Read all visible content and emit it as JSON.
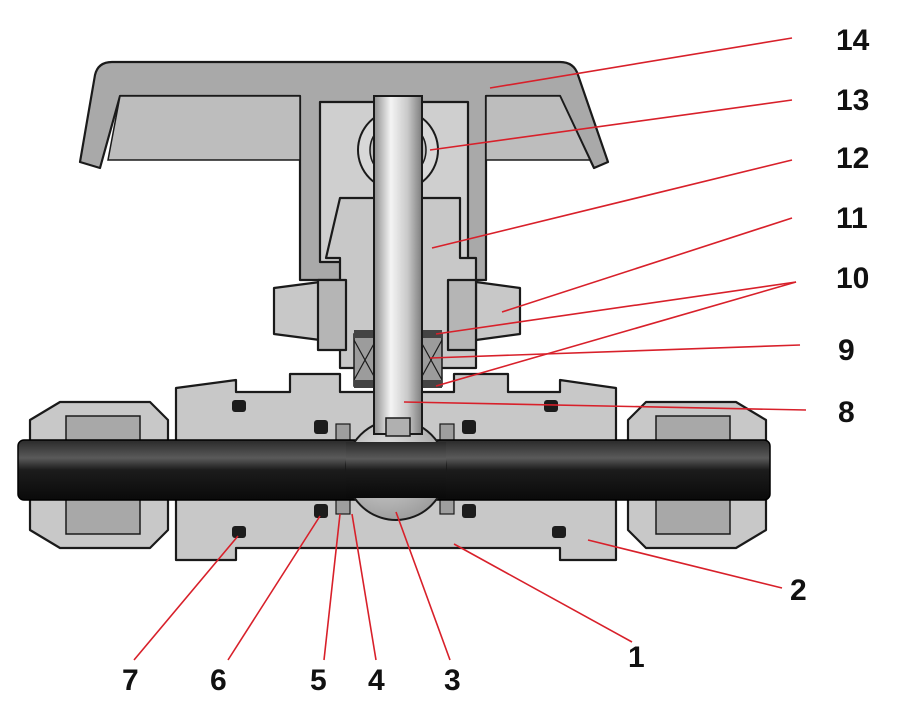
{
  "callouts": [
    {
      "label": "1"
    },
    {
      "label": "2"
    },
    {
      "label": "3"
    },
    {
      "label": "4"
    },
    {
      "label": "5"
    },
    {
      "label": "6"
    },
    {
      "label": "7"
    },
    {
      "label": "8"
    },
    {
      "label": "9"
    },
    {
      "label": "10"
    },
    {
      "label": "11"
    },
    {
      "label": "12"
    },
    {
      "label": "13"
    },
    {
      "label": "14"
    }
  ],
  "colors": {
    "leader_lines": "#d8202a",
    "body_gray": "#c8c8c8",
    "handle_gray": "#a9a9a9",
    "tube_black": "#141414",
    "labels": "#111111"
  }
}
